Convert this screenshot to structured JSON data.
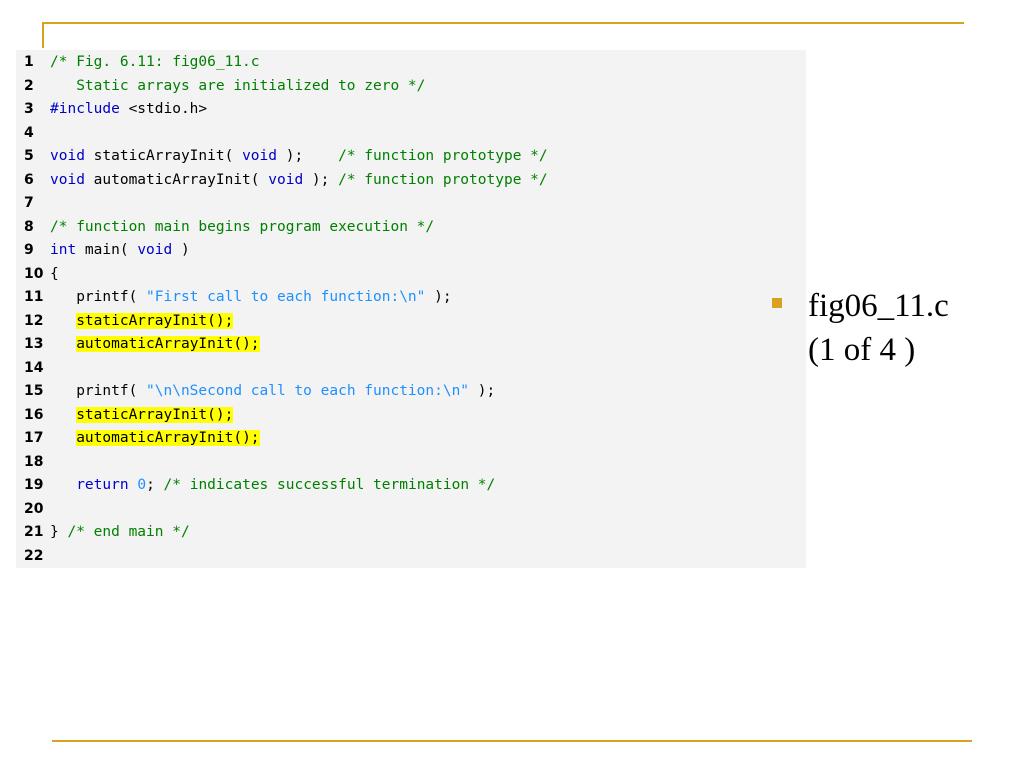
{
  "slide": {
    "accent_color": "#d9a21e",
    "bullet": {
      "line1": "fig06_11.c",
      "line2": "(1 of 4 )"
    }
  },
  "code": {
    "lines": [
      {
        "num": "1",
        "tokens": [
          {
            "t": "/* Fig. 6.11: fig06_11.c",
            "c": "c"
          }
        ]
      },
      {
        "num": "2",
        "tokens": [
          {
            "t": "   Static arrays are initialized to zero */",
            "c": "c"
          }
        ]
      },
      {
        "num": "3",
        "tokens": [
          {
            "t": "#include",
            "c": "k"
          },
          {
            "t": " <stdio.h>",
            "c": ""
          }
        ]
      },
      {
        "num": "4",
        "tokens": []
      },
      {
        "num": "5",
        "tokens": [
          {
            "t": "void",
            "c": "k"
          },
          {
            "t": " staticArrayInit( ",
            "c": ""
          },
          {
            "t": "void",
            "c": "k"
          },
          {
            "t": " );    ",
            "c": ""
          },
          {
            "t": "/* function prototype */",
            "c": "c"
          }
        ]
      },
      {
        "num": "6",
        "tokens": [
          {
            "t": "void",
            "c": "k"
          },
          {
            "t": " automaticArrayInit( ",
            "c": ""
          },
          {
            "t": "void",
            "c": "k"
          },
          {
            "t": " ); ",
            "c": ""
          },
          {
            "t": "/* function prototype */",
            "c": "c"
          }
        ]
      },
      {
        "num": "7",
        "tokens": []
      },
      {
        "num": "8",
        "tokens": [
          {
            "t": "/* function main begins program execution */",
            "c": "c"
          }
        ]
      },
      {
        "num": "9",
        "tokens": [
          {
            "t": "int",
            "c": "k"
          },
          {
            "t": " main( ",
            "c": ""
          },
          {
            "t": "void",
            "c": "k"
          },
          {
            "t": " )",
            "c": ""
          }
        ]
      },
      {
        "num": "10",
        "tokens": [
          {
            "t": "{",
            "c": ""
          }
        ]
      },
      {
        "num": "11",
        "tokens": [
          {
            "t": "   printf( ",
            "c": ""
          },
          {
            "t": "\"First call to each function:\\n\"",
            "c": "s"
          },
          {
            "t": " );",
            "c": ""
          }
        ]
      },
      {
        "num": "12",
        "tokens": [
          {
            "t": "   ",
            "c": ""
          },
          {
            "t": "staticArrayInit();",
            "c": "hl"
          }
        ]
      },
      {
        "num": "13",
        "tokens": [
          {
            "t": "   ",
            "c": ""
          },
          {
            "t": "automaticArrayInit();",
            "c": "hl"
          }
        ]
      },
      {
        "num": "14",
        "tokens": []
      },
      {
        "num": "15",
        "tokens": [
          {
            "t": "   printf( ",
            "c": ""
          },
          {
            "t": "\"\\n\\nSecond call to each function:\\n\"",
            "c": "s"
          },
          {
            "t": " );",
            "c": ""
          }
        ]
      },
      {
        "num": "16",
        "tokens": [
          {
            "t": "   ",
            "c": ""
          },
          {
            "t": "staticArrayInit();",
            "c": "hl"
          }
        ]
      },
      {
        "num": "17",
        "tokens": [
          {
            "t": "   ",
            "c": ""
          },
          {
            "t": "automaticArrayInit();",
            "c": "hl"
          }
        ]
      },
      {
        "num": "18",
        "tokens": []
      },
      {
        "num": "19",
        "tokens": [
          {
            "t": "   ",
            "c": ""
          },
          {
            "t": "return",
            "c": "k"
          },
          {
            "t": " ",
            "c": ""
          },
          {
            "t": "0",
            "c": "n"
          },
          {
            "t": "; ",
            "c": ""
          },
          {
            "t": "/* indicates successful termination */",
            "c": "c"
          }
        ]
      },
      {
        "num": "20",
        "tokens": []
      },
      {
        "num": "21",
        "tokens": [
          {
            "t": "} ",
            "c": ""
          },
          {
            "t": "/* end main */",
            "c": "c"
          }
        ]
      },
      {
        "num": "22",
        "tokens": []
      }
    ]
  }
}
